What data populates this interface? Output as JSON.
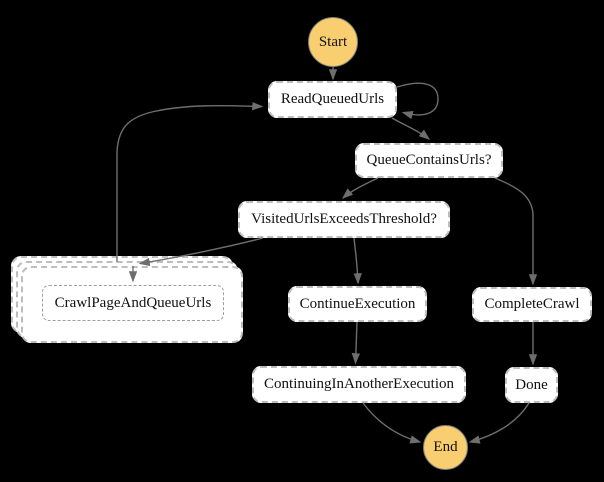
{
  "diagram": {
    "kind": "state-machine-flowchart",
    "colors": {
      "background": "#000000",
      "node_fill": "#ffffff",
      "node_border": "#bdbdbd",
      "inner_border": "#9e9e9e",
      "edge": "#6e6e6e",
      "terminal_fill": "#f8ce70",
      "text": "#111111"
    },
    "nodes": {
      "start": {
        "label": "Start",
        "shape": "terminal-circle"
      },
      "read_queued_urls": {
        "label": "ReadQueuedUrls",
        "shape": "task"
      },
      "queue_contains_urls": {
        "label": "QueueContainsUrls?",
        "shape": "choice"
      },
      "visited_urls_exceeds_threshold": {
        "label": "VisitedUrlsExceedsThreshold?",
        "shape": "choice"
      },
      "crawl_page_and_queue_urls": {
        "label": "CrawlPageAndQueueUrls",
        "shape": "map-iterator-stack"
      },
      "continue_execution": {
        "label": "ContinueExecution",
        "shape": "task"
      },
      "complete_crawl": {
        "label": "CompleteCrawl",
        "shape": "task"
      },
      "continuing_in_another_execution": {
        "label": "ContinuingInAnotherExecution",
        "shape": "task"
      },
      "done": {
        "label": "Done",
        "shape": "task"
      },
      "end": {
        "label": "End",
        "shape": "terminal-circle"
      }
    },
    "edges": [
      {
        "from": "Start",
        "to": "ReadQueuedUrls"
      },
      {
        "from": "ReadQueuedUrls",
        "to": "ReadQueuedUrls",
        "note": "self-loop"
      },
      {
        "from": "ReadQueuedUrls",
        "to": "QueueContainsUrls?"
      },
      {
        "from": "QueueContainsUrls?",
        "to": "VisitedUrlsExceedsThreshold?"
      },
      {
        "from": "QueueContainsUrls?",
        "to": "CompleteCrawl"
      },
      {
        "from": "VisitedUrlsExceedsThreshold?",
        "to": "CrawlPageAndQueueUrls"
      },
      {
        "from": "VisitedUrlsExceedsThreshold?",
        "to": "ContinueExecution"
      },
      {
        "from": "CrawlPageAndQueueUrls",
        "to": "ReadQueuedUrls"
      },
      {
        "from": "ContinueExecution",
        "to": "ContinuingInAnotherExecution"
      },
      {
        "from": "ContinuingInAnotherExecution",
        "to": "End"
      },
      {
        "from": "CompleteCrawl",
        "to": "Done"
      },
      {
        "from": "Done",
        "to": "End"
      }
    ]
  }
}
